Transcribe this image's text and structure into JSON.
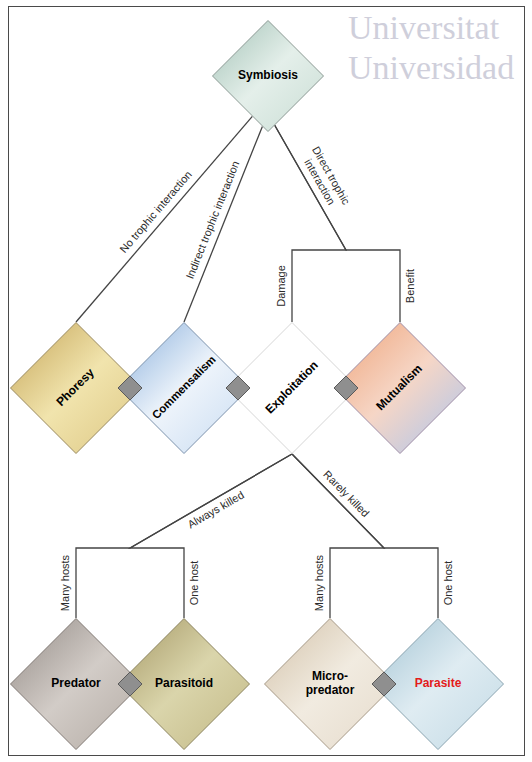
{
  "diagram": {
    "nodes": [
      {
        "text": [
          "Symbiosis"
        ]
      },
      {
        "text": [
          "Phoresy"
        ]
      },
      {
        "text": [
          "Commensalism"
        ]
      },
      {
        "text": [
          "Exploitation"
        ]
      },
      {
        "text": [
          "Mutualism"
        ]
      },
      {
        "text": [
          "Predator"
        ]
      },
      {
        "text": [
          "Parasitoid"
        ]
      },
      {
        "text": [
          "Micro- predator"
        ]
      },
      {
        "text": [
          "Parasite"
        ]
      }
    ],
    "edges": [
      {
        "from": 0,
        "to": 1,
        "arrow": "none",
        "label": "No trophic interaction"
      },
      {
        "from": 0,
        "to": 2,
        "arrow": "none",
        "label": "Indirect trophic interaction"
      },
      {
        "from": 0,
        "to": 3,
        "arrow": "none",
        "label": "Damage"
      },
      {
        "from": 0,
        "to": 4,
        "arrow": "none",
        "label": "Benefit"
      },
      {
        "from": 3,
        "to": 5,
        "arrow": "none",
        "label": "Many hosts"
      },
      {
        "from": 3,
        "to": 6,
        "arrow": "none",
        "label": "One host"
      },
      {
        "from": 3,
        "to": 7,
        "arrow": "none",
        "label": "Many hosts"
      },
      {
        "from": 3,
        "to": 8,
        "arrow": "none",
        "label": "One host"
      }
    ],
    "labels": [
      "Universitat",
      "Universidad",
      "Direct trophic interaction",
      "Always killed",
      "Rarely killed"
    ]
  }
}
